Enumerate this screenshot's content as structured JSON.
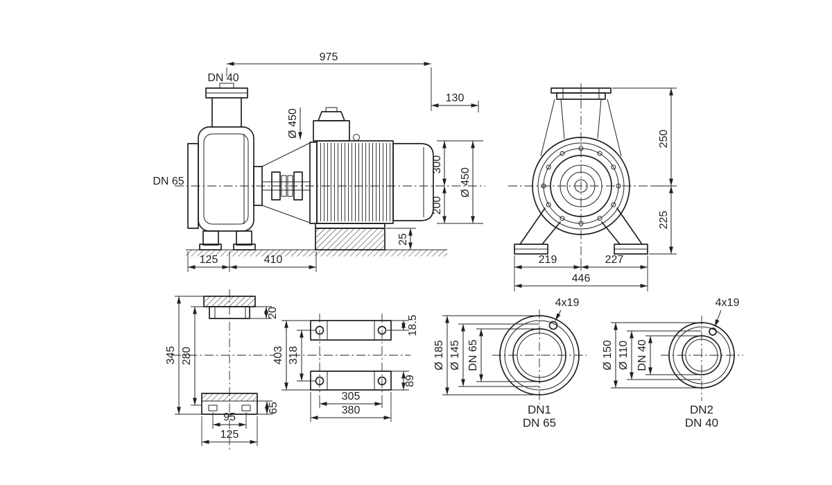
{
  "drawing": {
    "side_view": {
      "dn40": "DN 40",
      "dn65": "DN 65",
      "d975": "975",
      "d130": "130",
      "d450_flange": "Ø 450",
      "d300": "300",
      "d200": "200",
      "d450_motor": "Ø 450",
      "d25": "25",
      "d125": "125",
      "d410": "410"
    },
    "front_view": {
      "d250": "250",
      "d225": "225",
      "d219": "219",
      "d227": "227",
      "d446": "446"
    },
    "foot_view": {
      "d345": "345",
      "d280": "280",
      "d20": "20",
      "d65": "65",
      "d95": "95",
      "d125": "125"
    },
    "base_view": {
      "d403": "403",
      "d318": "318",
      "d18_5": "18.5",
      "d89": "89",
      "d305": "305",
      "d380": "380"
    },
    "flange_dn65": {
      "holes": "4x19",
      "d185": "Ø 185",
      "d145": "Ø 145",
      "dn": "DN 65",
      "line1": "DN1",
      "line2": "DN 65"
    },
    "flange_dn40": {
      "holes": "4x19",
      "d150": "Ø 150",
      "d110": "Ø 110",
      "dn": "DN 40",
      "line1": "DN2",
      "line2": "DN 40"
    }
  },
  "colors": {
    "line": "#231f20",
    "background": "#ffffff"
  }
}
